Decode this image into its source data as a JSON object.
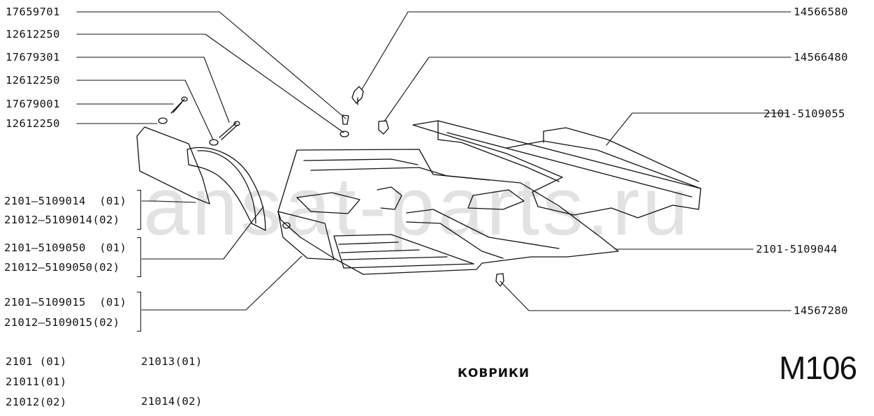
{
  "watermark": "ansat-parts.ru",
  "title": "КОВРИКИ",
  "sheet_code": "M106",
  "left_parts": [
    "17659701",
    "12612250",
    "17679301",
    "12612250",
    "17679001",
    "12612250"
  ],
  "right_parts": [
    "14566580",
    "14566480",
    "2101-5109055",
    "2101-5109044",
    "14567280"
  ],
  "groups": [
    {
      "a": "2101–5109014  (01)",
      "b": "21012–5109014(02)"
    },
    {
      "a": "2101–5109050  (01)",
      "b": "21012–5109050(02)"
    },
    {
      "a": "2101–5109015  (01)",
      "b": "21012–5109015(02)"
    }
  ],
  "models": {
    "c1": [
      "2101 (01)",
      "21011(01)",
      "21012(02)"
    ],
    "c2": [
      "21013(01)",
      "21014(02)"
    ]
  }
}
